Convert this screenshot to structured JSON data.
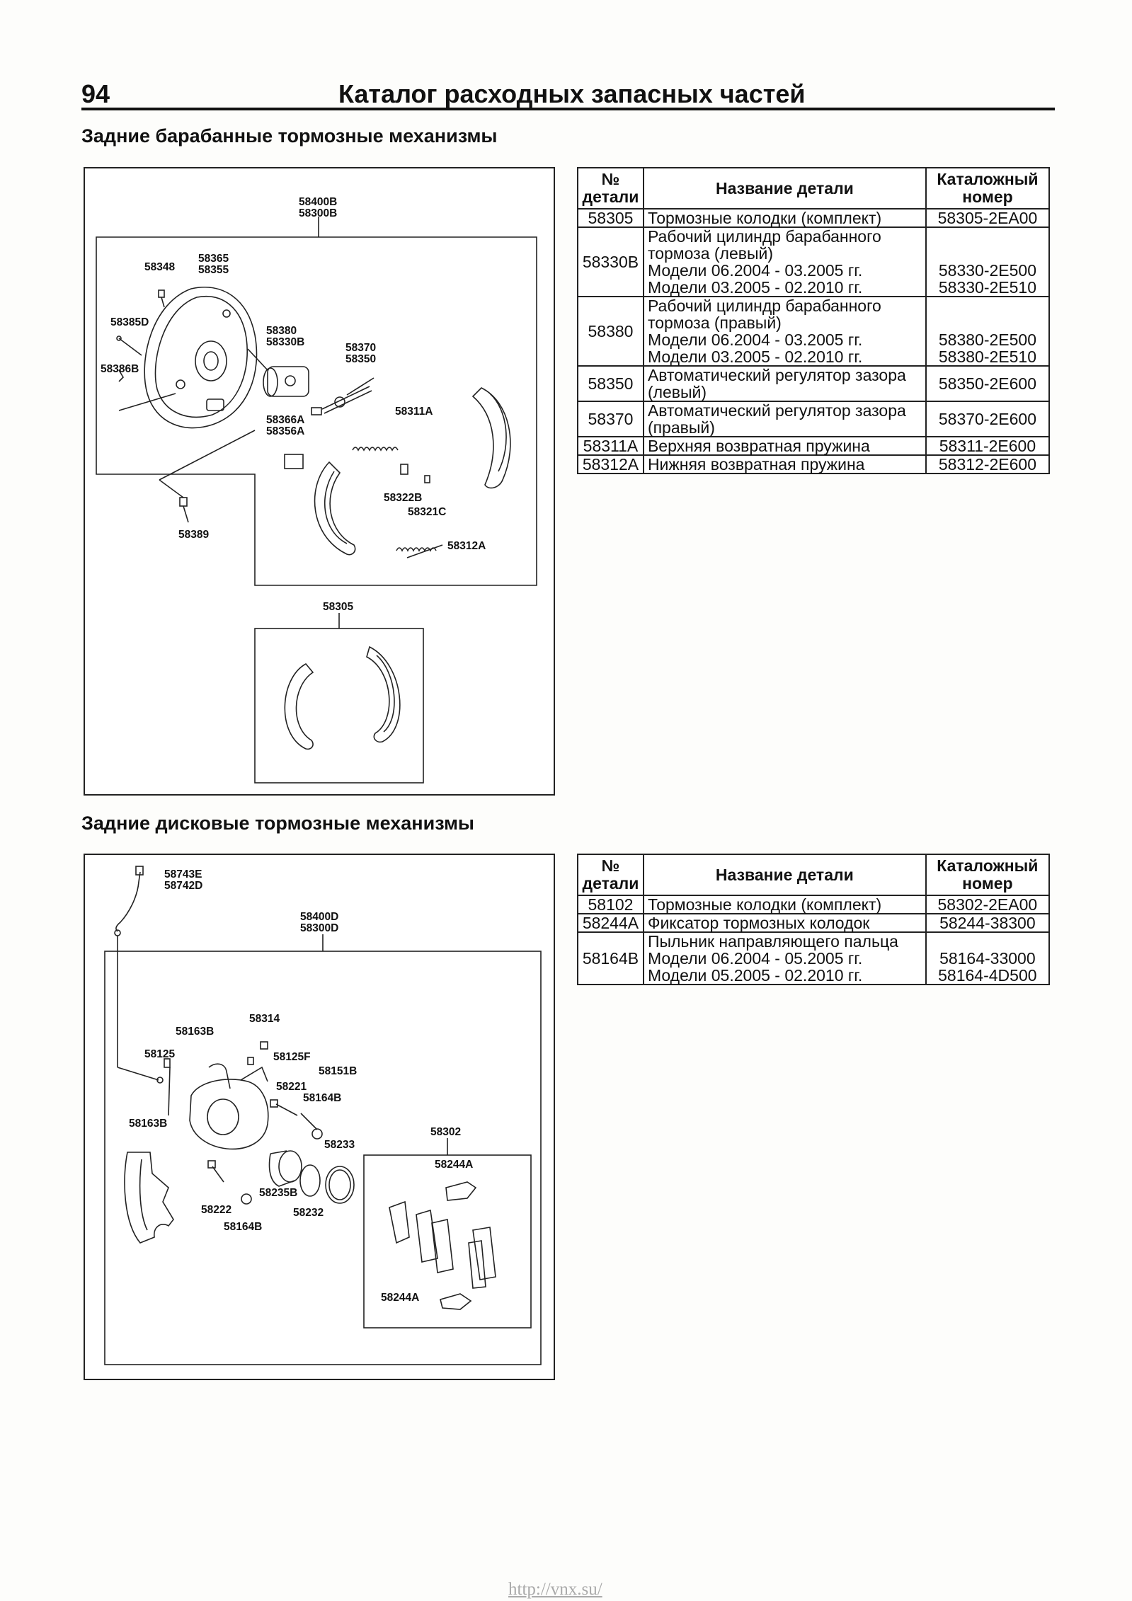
{
  "header": {
    "page_number": "94",
    "title": "Каталог расходных запасных частей"
  },
  "drum_section": {
    "title": "Задние барабанные тормозные механизмы",
    "figure": {
      "callouts": [
        "58400B",
        "58300B",
        "58365",
        "58355",
        "58348",
        "58385D",
        "58386B",
        "58380",
        "58330B",
        "58370",
        "58350",
        "58311A",
        "58366A",
        "58356A",
        "58322B",
        "58321C",
        "58312A",
        "58389",
        "58305"
      ]
    },
    "table": {
      "headers": [
        "№ детали",
        "Название детали",
        "Каталожный номер"
      ],
      "rows": [
        {
          "num": "58305",
          "name": [
            "Тормозные колодки (комплект)"
          ],
          "catalog": [
            "58305-2EA00"
          ]
        },
        {
          "num": "58330B",
          "name": [
            "Рабочий цилиндр барабанного",
            "тормоза (левый)",
            "Модели 06.2004 - 03.2005 гг.",
            "Модели 03.2005 - 02.2010 гг."
          ],
          "catalog": [
            "58330-2E500",
            "58330-2E510"
          ]
        },
        {
          "num": "58380",
          "name": [
            "Рабочий цилиндр барабанного",
            "тормоза (правый)",
            "Модели 06.2004 - 03.2005 гг.",
            "Модели 03.2005 - 02.2010 гг."
          ],
          "catalog": [
            "58380-2E500",
            "58380-2E510"
          ]
        },
        {
          "num": "58350",
          "name": [
            "Автоматический регулятор зазора",
            "(левый)"
          ],
          "catalog": [
            "58350-2E600"
          ]
        },
        {
          "num": "58370",
          "name": [
            "Автоматический регулятор зазора",
            "(правый)"
          ],
          "catalog": [
            "58370-2E600"
          ]
        },
        {
          "num": "58311A",
          "name": [
            "Верхняя возвратная пружина"
          ],
          "catalog": [
            "58311-2E600"
          ]
        },
        {
          "num": "58312A",
          "name": [
            "Нижняя возвратная пружина"
          ],
          "catalog": [
            "58312-2E600"
          ]
        }
      ]
    }
  },
  "disc_section": {
    "title": "Задние дисковые тормозные механизмы",
    "figure": {
      "callouts": [
        "58743E",
        "58742D",
        "58400D",
        "58300D",
        "58314",
        "58163B",
        "58125",
        "58125F",
        "58151B",
        "58221",
        "58164B",
        "58163B",
        "58233",
        "58302",
        "58244A",
        "58235B",
        "58222",
        "58232",
        "58164B",
        "58244A"
      ]
    },
    "table": {
      "headers": [
        "№ детали",
        "Название детали",
        "Каталожный номер"
      ],
      "rows": [
        {
          "num": "58102",
          "name": [
            "Тормозные колодки (комплект)"
          ],
          "catalog": [
            "58302-2EA00"
          ]
        },
        {
          "num": "58244A",
          "name": [
            "Фиксатор тормозных колодок"
          ],
          "catalog": [
            "58244-38300"
          ]
        },
        {
          "num": "58164B",
          "name": [
            "Пыльник направляющего пальца",
            "Модели 06.2004 - 05.2005 гг.",
            "Модели 05.2005 - 02.2010 гг."
          ],
          "catalog": [
            "58164-33000",
            "58164-4D500"
          ]
        }
      ]
    }
  },
  "footer": {
    "url": "http://vnx.su/"
  }
}
